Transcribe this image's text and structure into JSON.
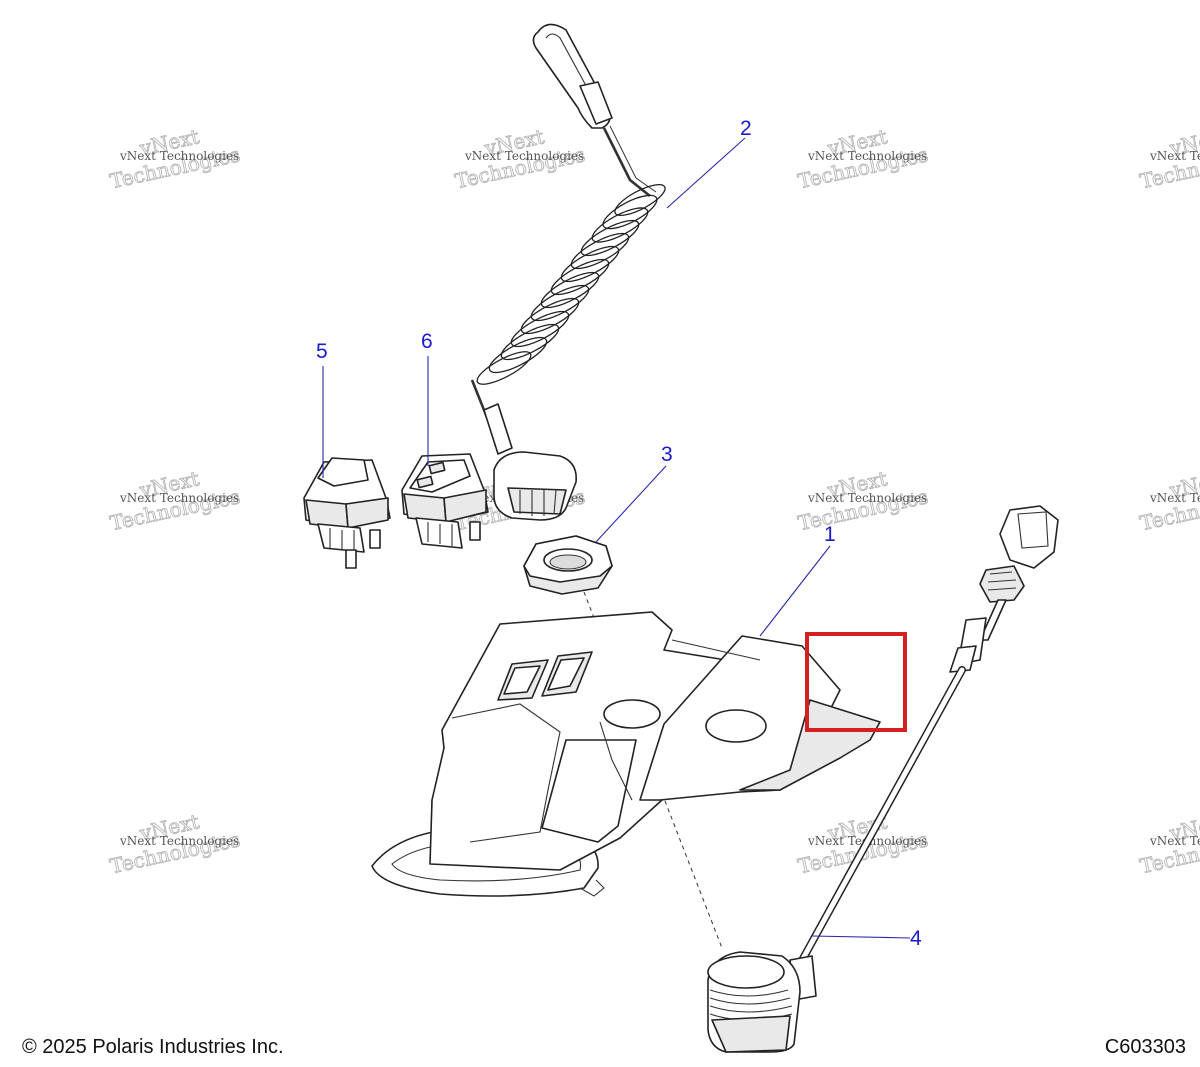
{
  "watermark": {
    "line1": "vNext Technologies",
    "line2": "Technologies",
    "small": "vNext"
  },
  "callouts": [
    "1",
    "2",
    "3",
    "4",
    "5",
    "6"
  ],
  "highlight_color": "#d42020",
  "callout_color": "#1a1acc",
  "footer": {
    "copyright": "© 2025 Polaris Industries Inc.",
    "code": "C603303"
  }
}
